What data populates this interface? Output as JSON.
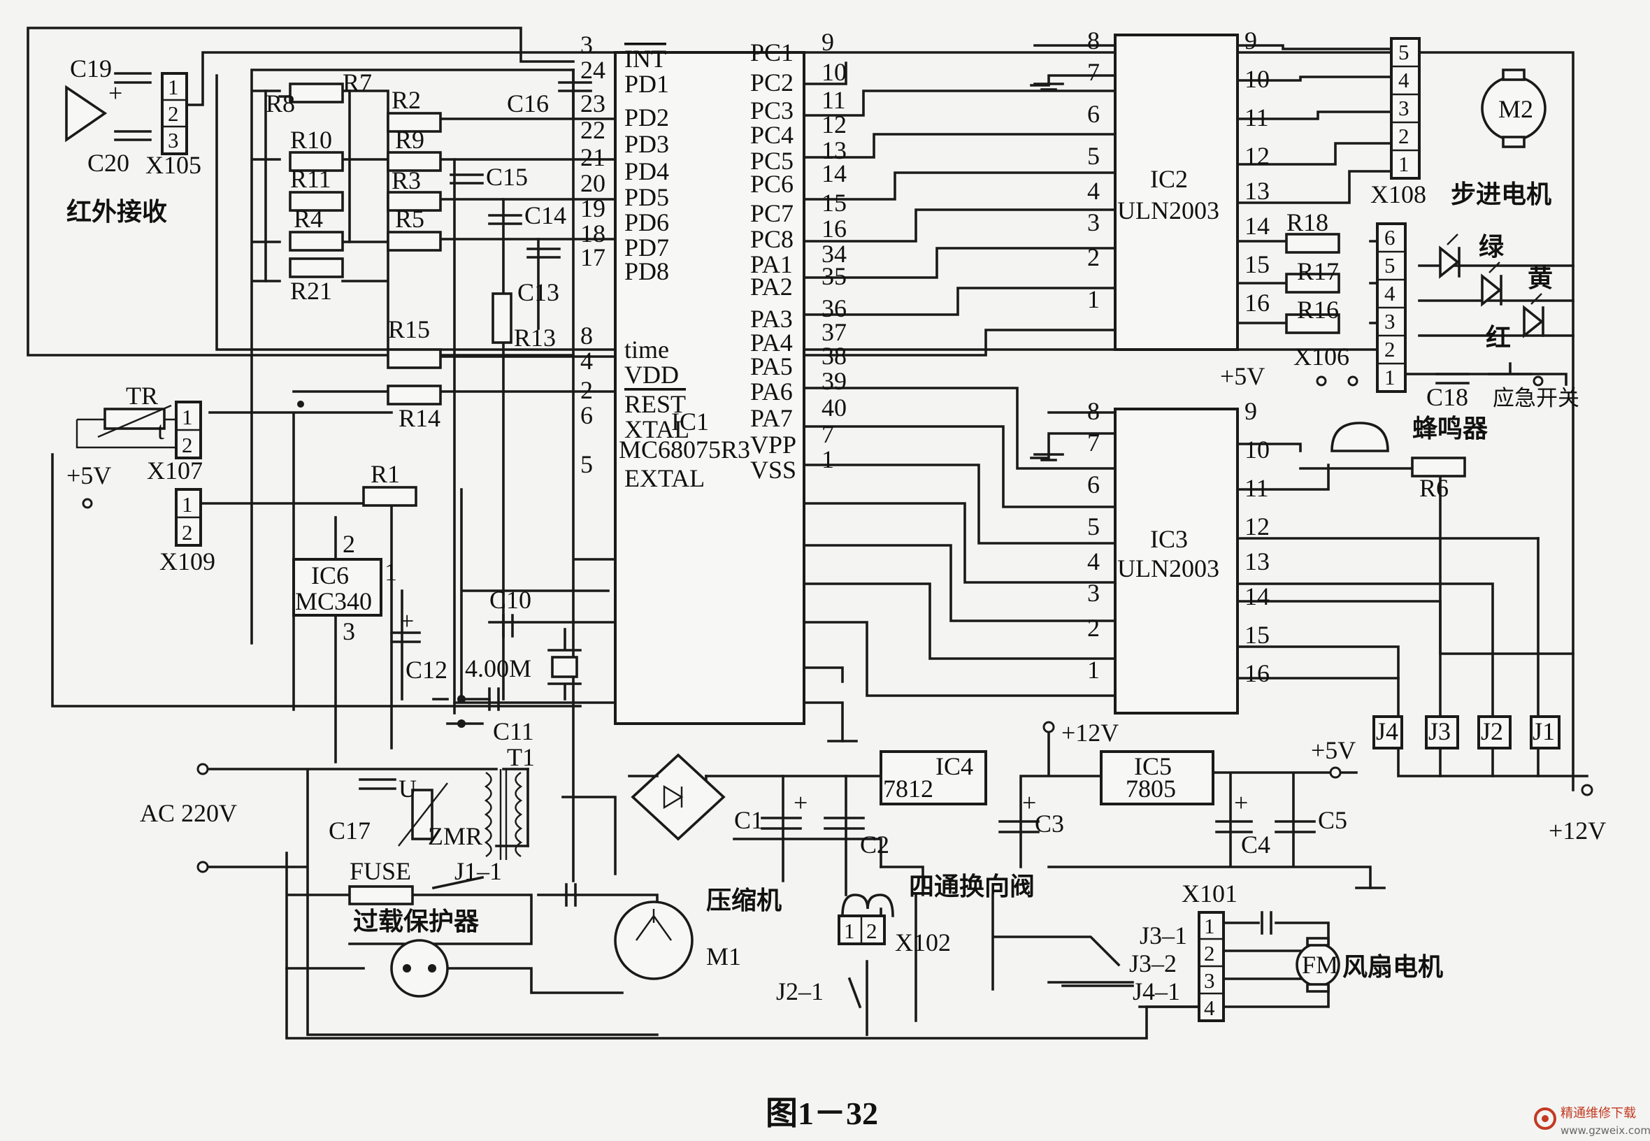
{
  "caption": "图1－32",
  "watermark": {
    "name": "精通维修下载",
    "url": "www.gzweix.com"
  },
  "ic1": {
    "name": "IC1",
    "part": "MC68075R3",
    "left_pins": [
      {
        "num": "3",
        "label": "INT"
      },
      {
        "num": "24",
        "label": "PD1"
      },
      {
        "num": "23",
        "label": "PD2"
      },
      {
        "num": "22",
        "label": "PD3"
      },
      {
        "num": "21",
        "label": "PD4"
      },
      {
        "num": "20",
        "label": "PD5"
      },
      {
        "num": "19",
        "label": "PD6"
      },
      {
        "num": "18",
        "label": "PD7"
      },
      {
        "num": "17",
        "label": "PD8"
      },
      {
        "num": "8",
        "label": "time"
      },
      {
        "num": "4",
        "label": "VDD"
      },
      {
        "num": "2",
        "label": "REST"
      },
      {
        "num": "6",
        "label": "XTAL"
      },
      {
        "num": "5",
        "label": "EXTAL"
      }
    ],
    "right_pins": [
      {
        "num": "9",
        "label": "PC1"
      },
      {
        "num": "10",
        "label": "PC2"
      },
      {
        "num": "11",
        "label": "PC3"
      },
      {
        "num": "12",
        "label": "PC4"
      },
      {
        "num": "13",
        "label": "PC5"
      },
      {
        "num": "14",
        "label": "PC6"
      },
      {
        "num": "15",
        "label": "PC7"
      },
      {
        "num": "16",
        "label": "PC8"
      },
      {
        "num": "34",
        "label": "PA1"
      },
      {
        "num": "35",
        "label": "PA2"
      },
      {
        "num": "36",
        "label": "PA3"
      },
      {
        "num": "37",
        "label": "PA4"
      },
      {
        "num": "38",
        "label": "PA5"
      },
      {
        "num": "39",
        "label": "PA6"
      },
      {
        "num": "40",
        "label": "PA7"
      },
      {
        "num": "7",
        "label": "VPP"
      },
      {
        "num": "1",
        "label": "VSS"
      }
    ]
  },
  "ic2": {
    "name": "IC2",
    "part": "ULN2003",
    "left_pins": [
      "8",
      "7",
      "6",
      "5",
      "4",
      "3",
      "2",
      "1"
    ],
    "right_pins": [
      "9",
      "10",
      "11",
      "12",
      "13",
      "14",
      "15",
      "16"
    ]
  },
  "ic3": {
    "name": "IC3",
    "part": "ULN2003",
    "left_pins": [
      "8",
      "7",
      "6",
      "5",
      "4",
      "3",
      "2",
      "1"
    ],
    "right_pins": [
      "9",
      "10",
      "11",
      "12",
      "13",
      "14",
      "15",
      "16"
    ]
  },
  "ic4": {
    "name": "IC4",
    "part": "7812"
  },
  "ic5": {
    "name": "IC5",
    "part": "7805"
  },
  "ic6": {
    "name": "IC6",
    "part": "MC340",
    "pins": [
      "2",
      "1",
      "3"
    ]
  },
  "resistors": [
    "R7",
    "R8",
    "R2",
    "R9",
    "R10",
    "R3",
    "R11",
    "R4",
    "R5",
    "R21",
    "R15",
    "R14",
    "R1",
    "R13",
    "R18",
    "R17",
    "R16",
    "R6"
  ],
  "capacitors": [
    "C19",
    "C20",
    "C16",
    "C15",
    "C14",
    "C13",
    "C12",
    "C10",
    "C11",
    "C17",
    "C1",
    "C2",
    "C3",
    "C4",
    "C5",
    "C18"
  ],
  "connectors": {
    "X105": [
      "1",
      "2",
      "3"
    ],
    "X107": [
      "1",
      "2"
    ],
    "X109": [
      "1",
      "2"
    ],
    "X108": [
      "5",
      "4",
      "3",
      "2",
      "1"
    ],
    "X106": [
      "6",
      "5",
      "4",
      "3",
      "2",
      "1"
    ],
    "X101": [
      "1",
      "2",
      "3",
      "4"
    ],
    "X102": [
      "1",
      "2"
    ]
  },
  "relays": [
    "J4",
    "J3",
    "J2",
    "J1"
  ],
  "labels": {
    "ir": "红外接收",
    "tr": "TR",
    "t": "t",
    "plus5v": "+5V",
    "plus12v": "+12V",
    "crystal": "4.00M",
    "transformer": "T1",
    "varistor_u": "U",
    "zmr": "ZMR",
    "ac": "AC 220V",
    "fuse": "FUSE",
    "overload": "过载保护器",
    "j1_1": "J1–1",
    "compressor": "压缩机",
    "m1": "M1",
    "valve": "四通换向阀",
    "j2_1": "J2–1",
    "j3_1": "J3–1",
    "j3_2": "J3–2",
    "j4_1": "J4–1",
    "fm": "FM",
    "fan": "风扇电机",
    "m2": "M2",
    "stepper": "步进电机",
    "green": "绿",
    "yellow": "黄",
    "red": "红",
    "emergency": "应急开关",
    "buzzer": "蜂鸣器",
    "plus": "+"
  }
}
